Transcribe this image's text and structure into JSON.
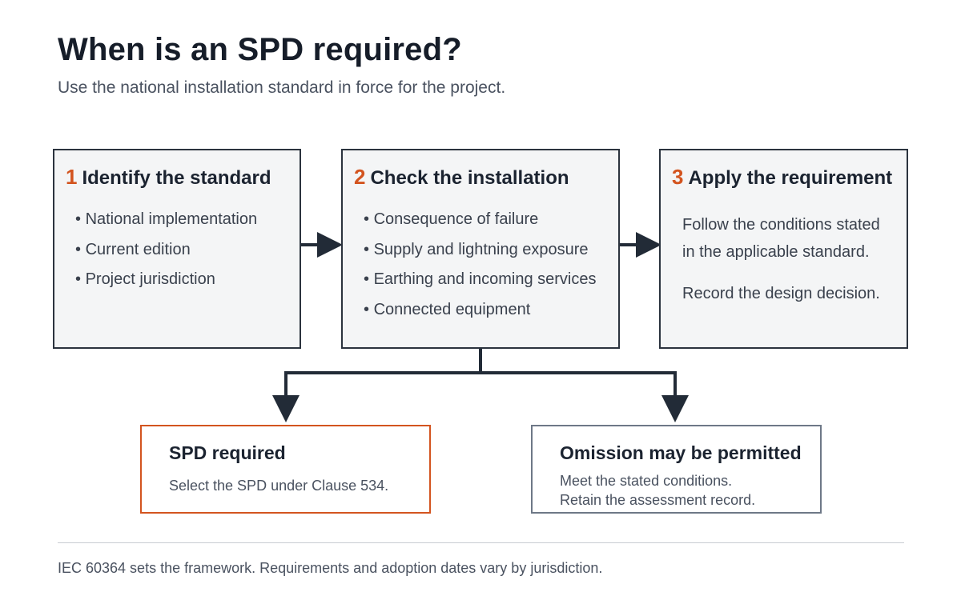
{
  "title": "When is an SPD required?",
  "subtitle": "Use the national installation standard in force for the project.",
  "steps": [
    {
      "number": "1",
      "title": "Identify the standard",
      "bullets": [
        "National implementation",
        "Current edition",
        "Project jurisdiction"
      ]
    },
    {
      "number": "2",
      "title": "Check the installation",
      "bullets": [
        "Consequence of failure",
        "Supply and lightning exposure",
        "Earthing and incoming services",
        "Connected equipment"
      ]
    },
    {
      "number": "3",
      "title": "Apply the requirement",
      "lines": [
        "Follow the conditions stated",
        "in the applicable standard.",
        "Record the design decision."
      ]
    }
  ],
  "outcomes": {
    "required": {
      "title": "SPD required",
      "text": "Select the SPD under Clause 534."
    },
    "omission": {
      "title": "Omission may be permitted",
      "lines": [
        "Meet the stated conditions.",
        "Retain the assessment record."
      ]
    }
  },
  "footer": "IEC 60364 sets the framework. Requirements and adoption dates vary by jurisdiction.",
  "colors": {
    "accent": "#d3541f",
    "box_border": "#2b333e",
    "box_fill": "#f4f5f6",
    "neutral_border": "#6e7887"
  }
}
